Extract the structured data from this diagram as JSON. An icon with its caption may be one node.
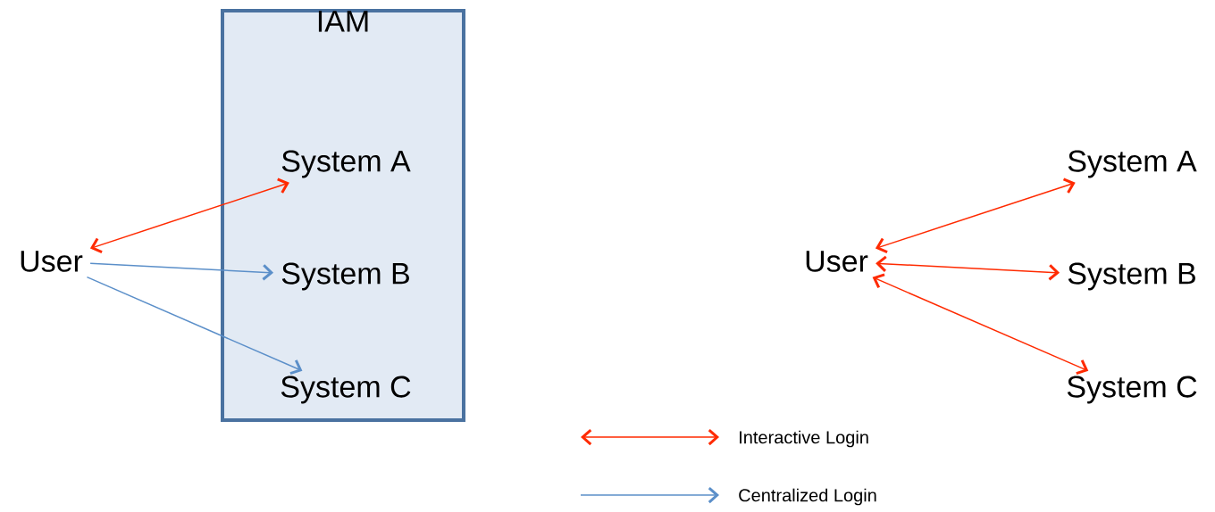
{
  "diagram": {
    "nodes": [
      {
        "text": [
          "IAM"
        ]
      },
      {
        "text": [
          "User"
        ]
      },
      {
        "text": [
          "System A"
        ],
        "in": 0
      },
      {
        "text": [
          "System B"
        ],
        "in": 0
      },
      {
        "text": [
          "System C"
        ],
        "in": 0
      },
      {
        "text": [
          "User"
        ]
      },
      {
        "text": [
          "System A"
        ]
      },
      {
        "text": [
          "System B"
        ]
      },
      {
        "text": [
          "System C"
        ]
      }
    ],
    "edges": [
      {
        "from": 1,
        "to": 2,
        "arrow": "both"
      },
      {
        "from": 1,
        "to": 3,
        "arrow": "to",
        "color": "#5b8fc9"
      },
      {
        "from": 1,
        "to": 4,
        "arrow": "to",
        "color": "#5b8fc9"
      },
      {
        "from": 5,
        "to": 6,
        "arrow": "both"
      },
      {
        "from": 5,
        "to": 7,
        "arrow": "both"
      },
      {
        "from": 5,
        "to": 8,
        "arrow": "both"
      }
    ],
    "legend": [
      {
        "text": "Interactive Login"
      },
      {
        "text": "Centralized Login"
      }
    ]
  }
}
